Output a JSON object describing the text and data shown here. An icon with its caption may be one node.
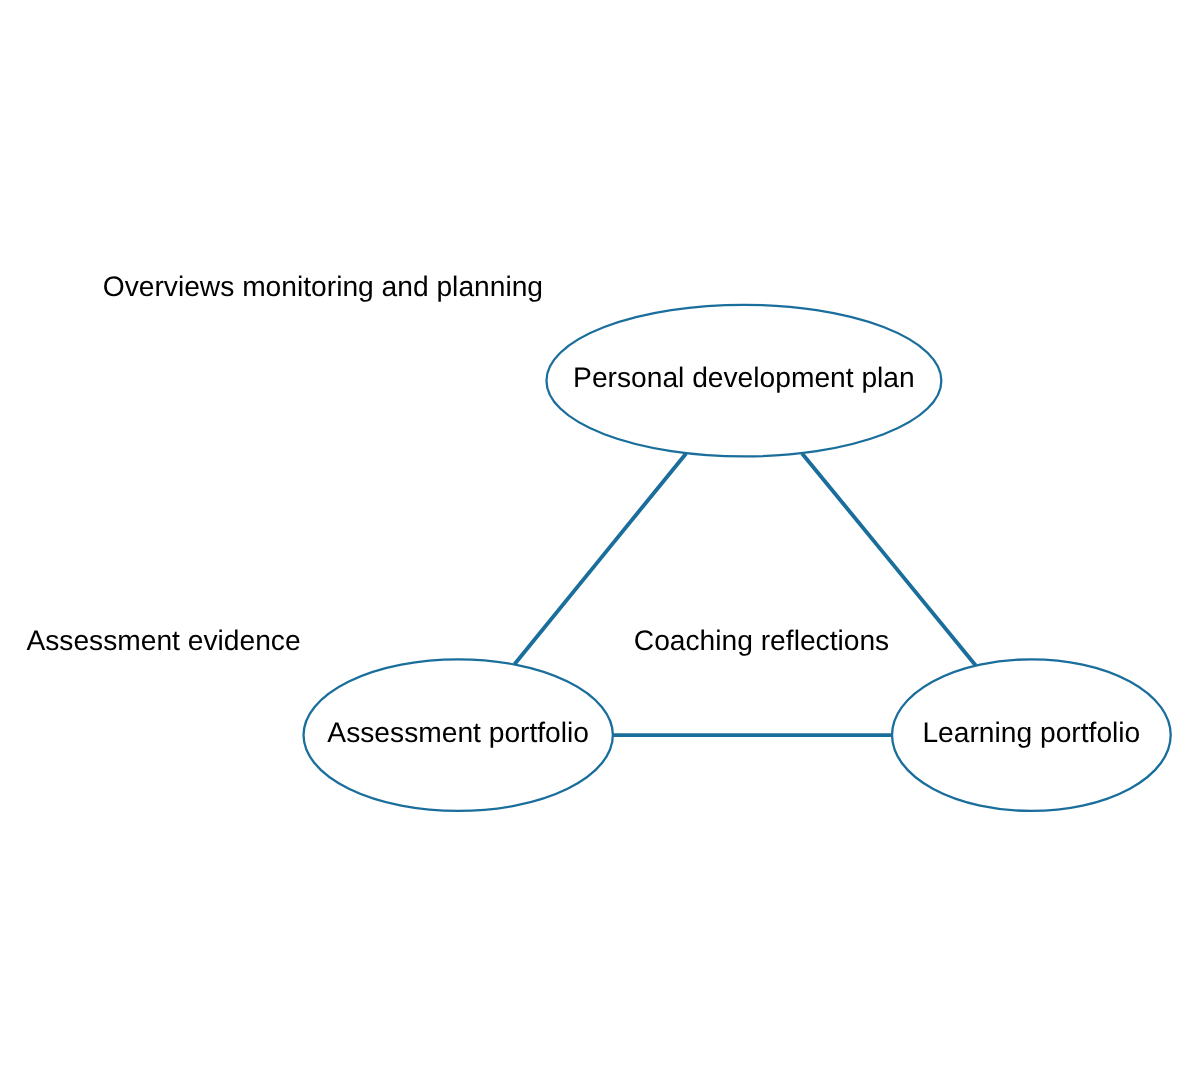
{
  "diagram": {
    "nodes": [
      {
        "text": [
          "Personal development plan"
        ],
        "beside": [
          "Overviews monitoring and planning"
        ]
      },
      {
        "text": [
          "Assessment portfolio"
        ],
        "beside": [
          "Assessment evidence"
        ]
      },
      {
        "text": [
          "Learning portfolio"
        ],
        "beside": [
          "Coaching reflections"
        ]
      }
    ],
    "edges": [
      {
        "from": 0,
        "to": 1,
        "arrow": "none"
      },
      {
        "from": 0,
        "to": 2,
        "arrow": "none"
      },
      {
        "from": 1,
        "to": 2,
        "arrow": "none"
      }
    ]
  }
}
